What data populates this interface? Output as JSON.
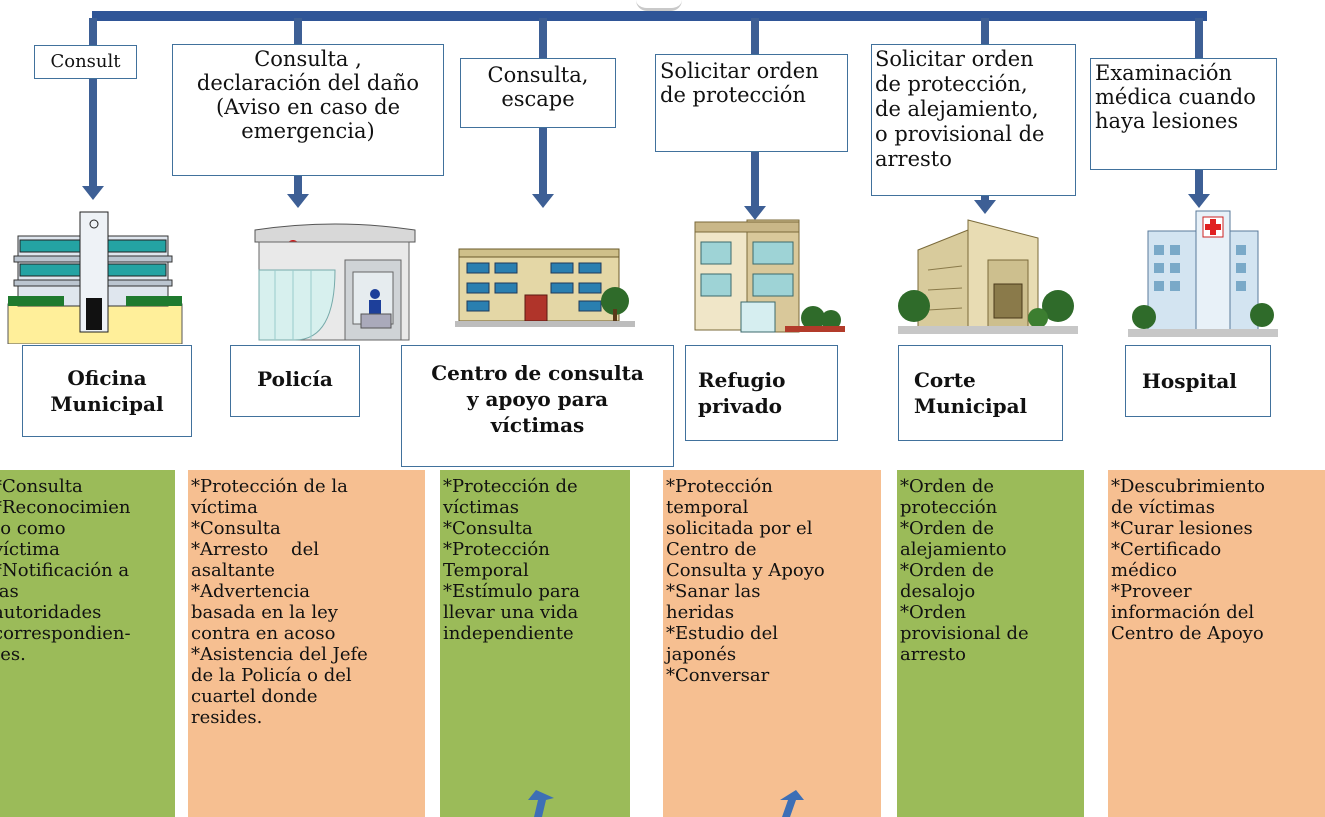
{
  "colors": {
    "connector": "#2f5597",
    "box_border": "#41719c",
    "green": "#9bbb59",
    "orange": "#f6bf91"
  },
  "columns": [
    {
      "id": "oficina",
      "request": "Consult",
      "institution": "Oficina\nMunicipal",
      "building_icon": "city-hall-icon",
      "services": [
        "*Consulta",
        "*Reconocimien",
        "to como",
        "víctima",
        "*Notificación a",
        "las",
        "autoridades",
        "correspondien-",
        "tes."
      ]
    },
    {
      "id": "policia",
      "request": "Consulta ,\ndeclaración del daño\n(Aviso en caso de\nemergencia)",
      "institution": "Policía",
      "building_icon": "police-station-icon",
      "services": [
        "*Protección de la",
        "víctima",
        "*Consulta",
        "*Arresto    del",
        "asaltante",
        "*Advertencia",
        "basada en la ley",
        "contra en acoso",
        "*Asistencia del Jefe",
        "de la Policía o del",
        "cuartel donde",
        "resides."
      ]
    },
    {
      "id": "centro",
      "request": "Consulta,\nescape",
      "institution": "Centro de consulta\ny apoyo para\nvíctimas",
      "building_icon": "support-center-icon",
      "services": [
        "*Protección de",
        "víctimas",
        "*Consulta",
        "*Protección",
        "Temporal",
        "*Estímulo para",
        "llevar una vida",
        "independiente"
      ]
    },
    {
      "id": "refugio",
      "request": "Solicitar orden\nde protección",
      "institution": "Refugio\nprivado",
      "building_icon": "shelter-icon",
      "services": [
        "*Protección",
        "temporal",
        "solicitada por el",
        "Centro de",
        "Consulta y Apoyo",
        "*Sanar las",
        "heridas",
        "*Estudio del",
        "japonés",
        "*Conversar"
      ]
    },
    {
      "id": "corte",
      "request": "Solicitar   orden\nde     protección,\nde alejamiento,\no provisional de\narresto",
      "institution": "Corte\nMunicipal",
      "building_icon": "courthouse-icon",
      "services": [
        "*Orden de",
        "protección",
        "*Orden de",
        "alejamiento",
        "*Orden de",
        "desalojo",
        "*Orden",
        "provisional de",
        "arresto"
      ]
    },
    {
      "id": "hospital",
      "request": "Examinación\nmédica cuando\nhaya lesiones",
      "institution": "Hospital",
      "building_icon": "hospital-icon",
      "services": [
        "*Descubrimiento",
        "de víctimas",
        "*Curar lesiones",
        "*Certificado",
        "médico",
        "*Proveer",
        "información del",
        "Centro de Apoyo"
      ]
    }
  ]
}
